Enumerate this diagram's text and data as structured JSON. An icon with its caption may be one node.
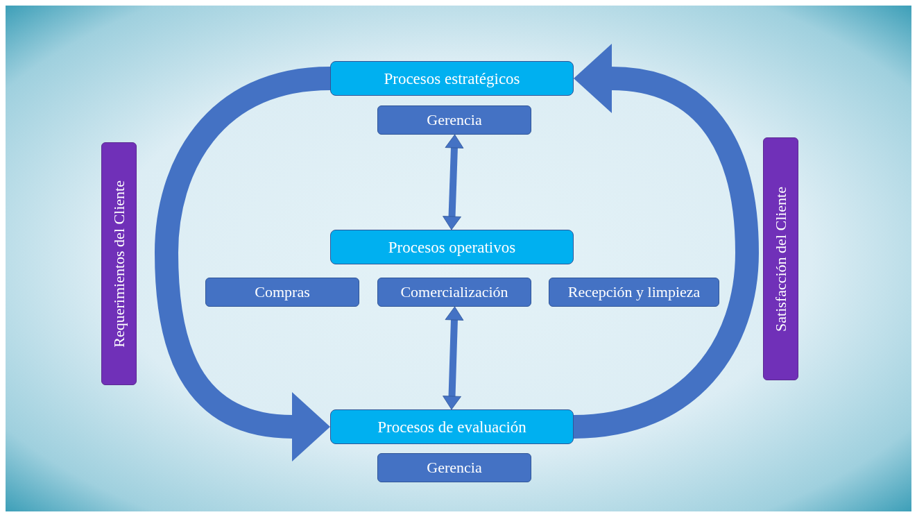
{
  "diagram": {
    "nodes": [
      {
        "text": [
          "Requerimientos del Cliente"
        ]
      },
      {
        "text": [
          "Procesos estratégicos"
        ]
      },
      {
        "text": [
          "Gerencia"
        ]
      },
      {
        "text": [
          "Procesos operativos"
        ]
      },
      {
        "text": [
          "Compras"
        ]
      },
      {
        "text": [
          "Comercialización"
        ]
      },
      {
        "text": [
          "Recepción y limpieza"
        ]
      },
      {
        "text": [
          "Procesos de evaluación"
        ]
      },
      {
        "text": [
          "Gerencia"
        ]
      },
      {
        "text": [
          "Satisfacción del Cliente"
        ]
      }
    ],
    "edges": [
      {
        "from": 1,
        "to": 7,
        "arrow": "to",
        "style": "thick"
      },
      {
        "from": 7,
        "to": 1,
        "arrow": "to",
        "style": "thick"
      },
      {
        "from": 2,
        "to": 3,
        "arrow": "both"
      },
      {
        "from": 5,
        "to": 7,
        "arrow": "both"
      }
    ]
  }
}
